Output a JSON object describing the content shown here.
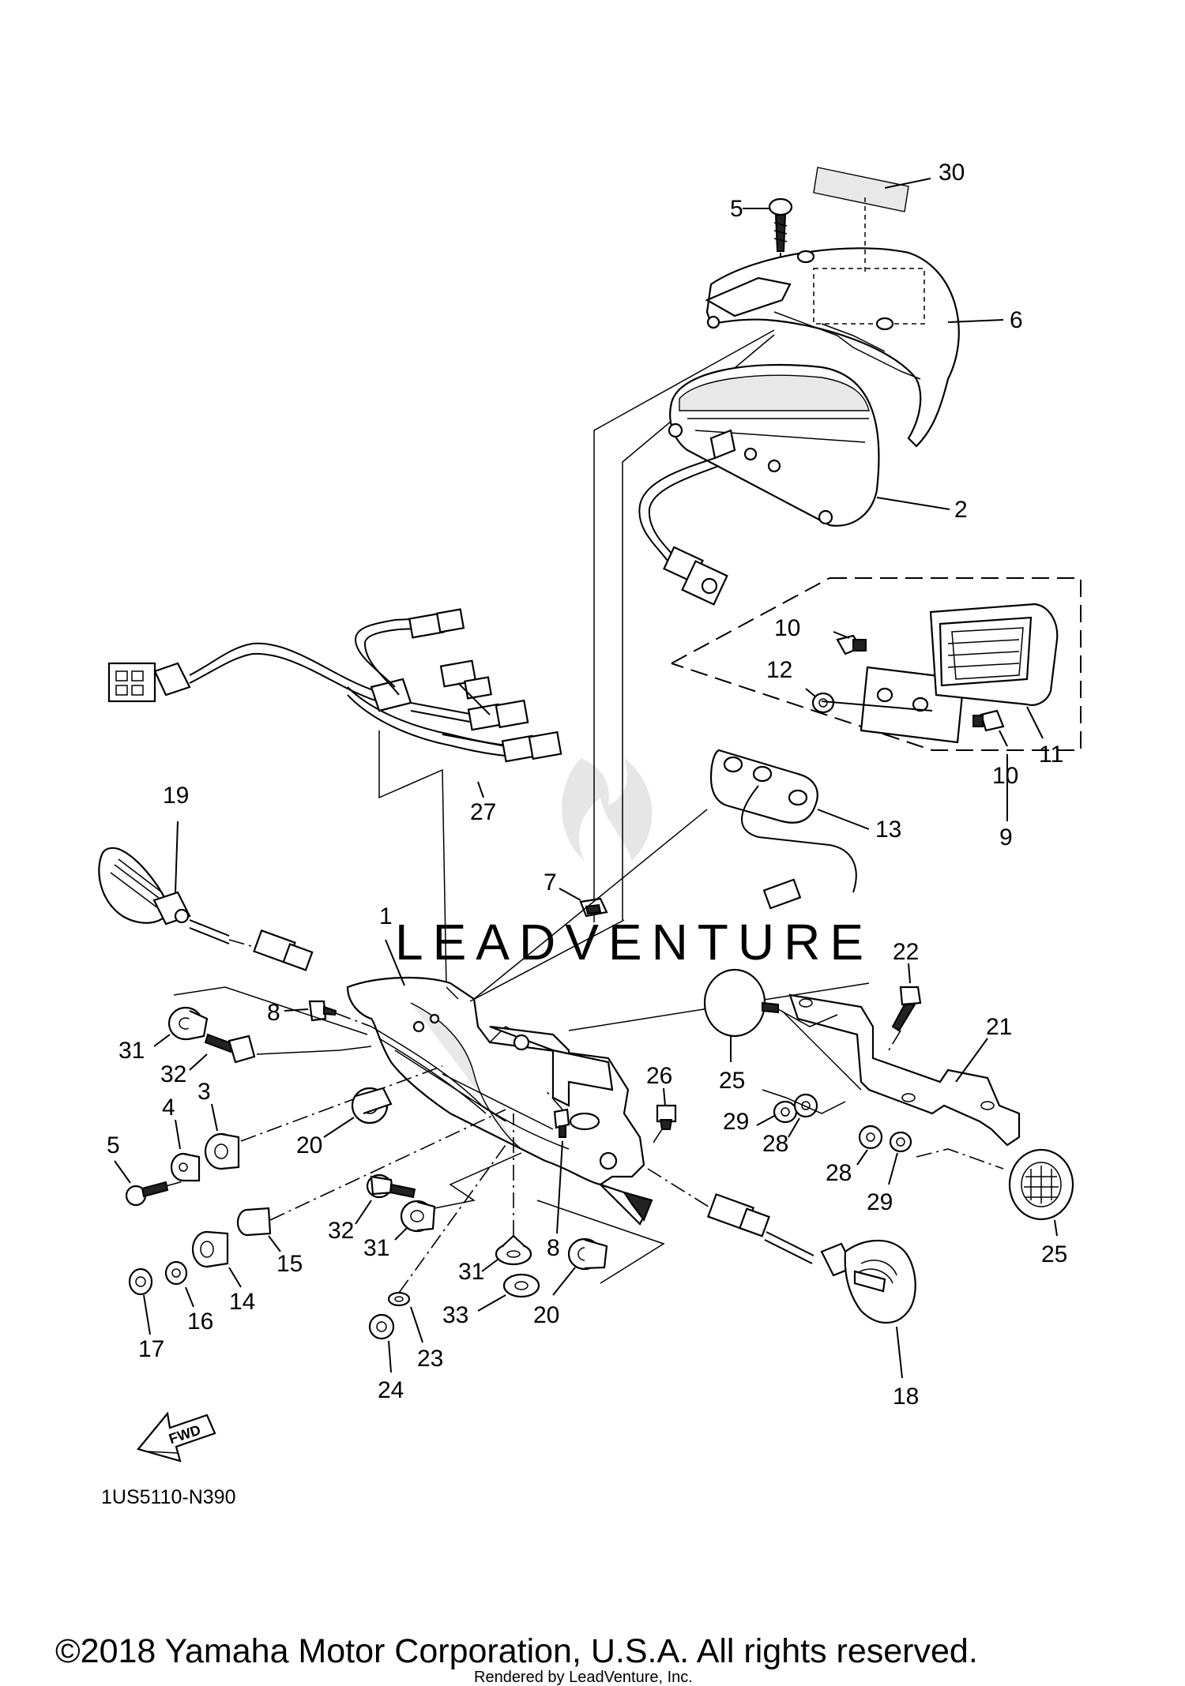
{
  "diagram": {
    "drawing_code": "1US5110-N390",
    "fwd_label": "FWD",
    "copyright": "©2018 Yamaha Motor Corporation, U.S.A. All rights reserved.",
    "rendered_by": "Rendered by LeadVenture, Inc.",
    "watermark": "LEADVENTURE",
    "callouts": [
      {
        "id": "c30",
        "label": "30"
      },
      {
        "id": "c5a",
        "label": "5"
      },
      {
        "id": "c6",
        "label": "6"
      },
      {
        "id": "c2",
        "label": "2"
      },
      {
        "id": "c10a",
        "label": "10"
      },
      {
        "id": "c12",
        "label": "12"
      },
      {
        "id": "c11",
        "label": "11"
      },
      {
        "id": "c10b",
        "label": "10"
      },
      {
        "id": "c13",
        "label": "13"
      },
      {
        "id": "c9",
        "label": "9"
      },
      {
        "id": "c27",
        "label": "27"
      },
      {
        "id": "c19",
        "label": "19"
      },
      {
        "id": "c7",
        "label": "7"
      },
      {
        "id": "c1",
        "label": "1"
      },
      {
        "id": "c22",
        "label": "22"
      },
      {
        "id": "c21",
        "label": "21"
      },
      {
        "id": "c8a",
        "label": "8"
      },
      {
        "id": "c31a",
        "label": "31"
      },
      {
        "id": "c32a",
        "label": "32"
      },
      {
        "id": "c25a",
        "label": "25"
      },
      {
        "id": "c26",
        "label": "26"
      },
      {
        "id": "c4",
        "label": "4"
      },
      {
        "id": "c3",
        "label": "3"
      },
      {
        "id": "c20a",
        "label": "20"
      },
      {
        "id": "c29a",
        "label": "29"
      },
      {
        "id": "c28a",
        "label": "28"
      },
      {
        "id": "c5b",
        "label": "5"
      },
      {
        "id": "c28b",
        "label": "28"
      },
      {
        "id": "c29b",
        "label": "29"
      },
      {
        "id": "c32b",
        "label": "32"
      },
      {
        "id": "c31b",
        "label": "31"
      },
      {
        "id": "c15",
        "label": "15"
      },
      {
        "id": "c14",
        "label": "14"
      },
      {
        "id": "c8b",
        "label": "8"
      },
      {
        "id": "c25b",
        "label": "25"
      },
      {
        "id": "c16",
        "label": "16"
      },
      {
        "id": "c31c",
        "label": "31"
      },
      {
        "id": "c17",
        "label": "17"
      },
      {
        "id": "c33",
        "label": "33"
      },
      {
        "id": "c20b",
        "label": "20"
      },
      {
        "id": "c23",
        "label": "23"
      },
      {
        "id": "c24",
        "label": "24"
      },
      {
        "id": "c18",
        "label": "18"
      }
    ]
  }
}
